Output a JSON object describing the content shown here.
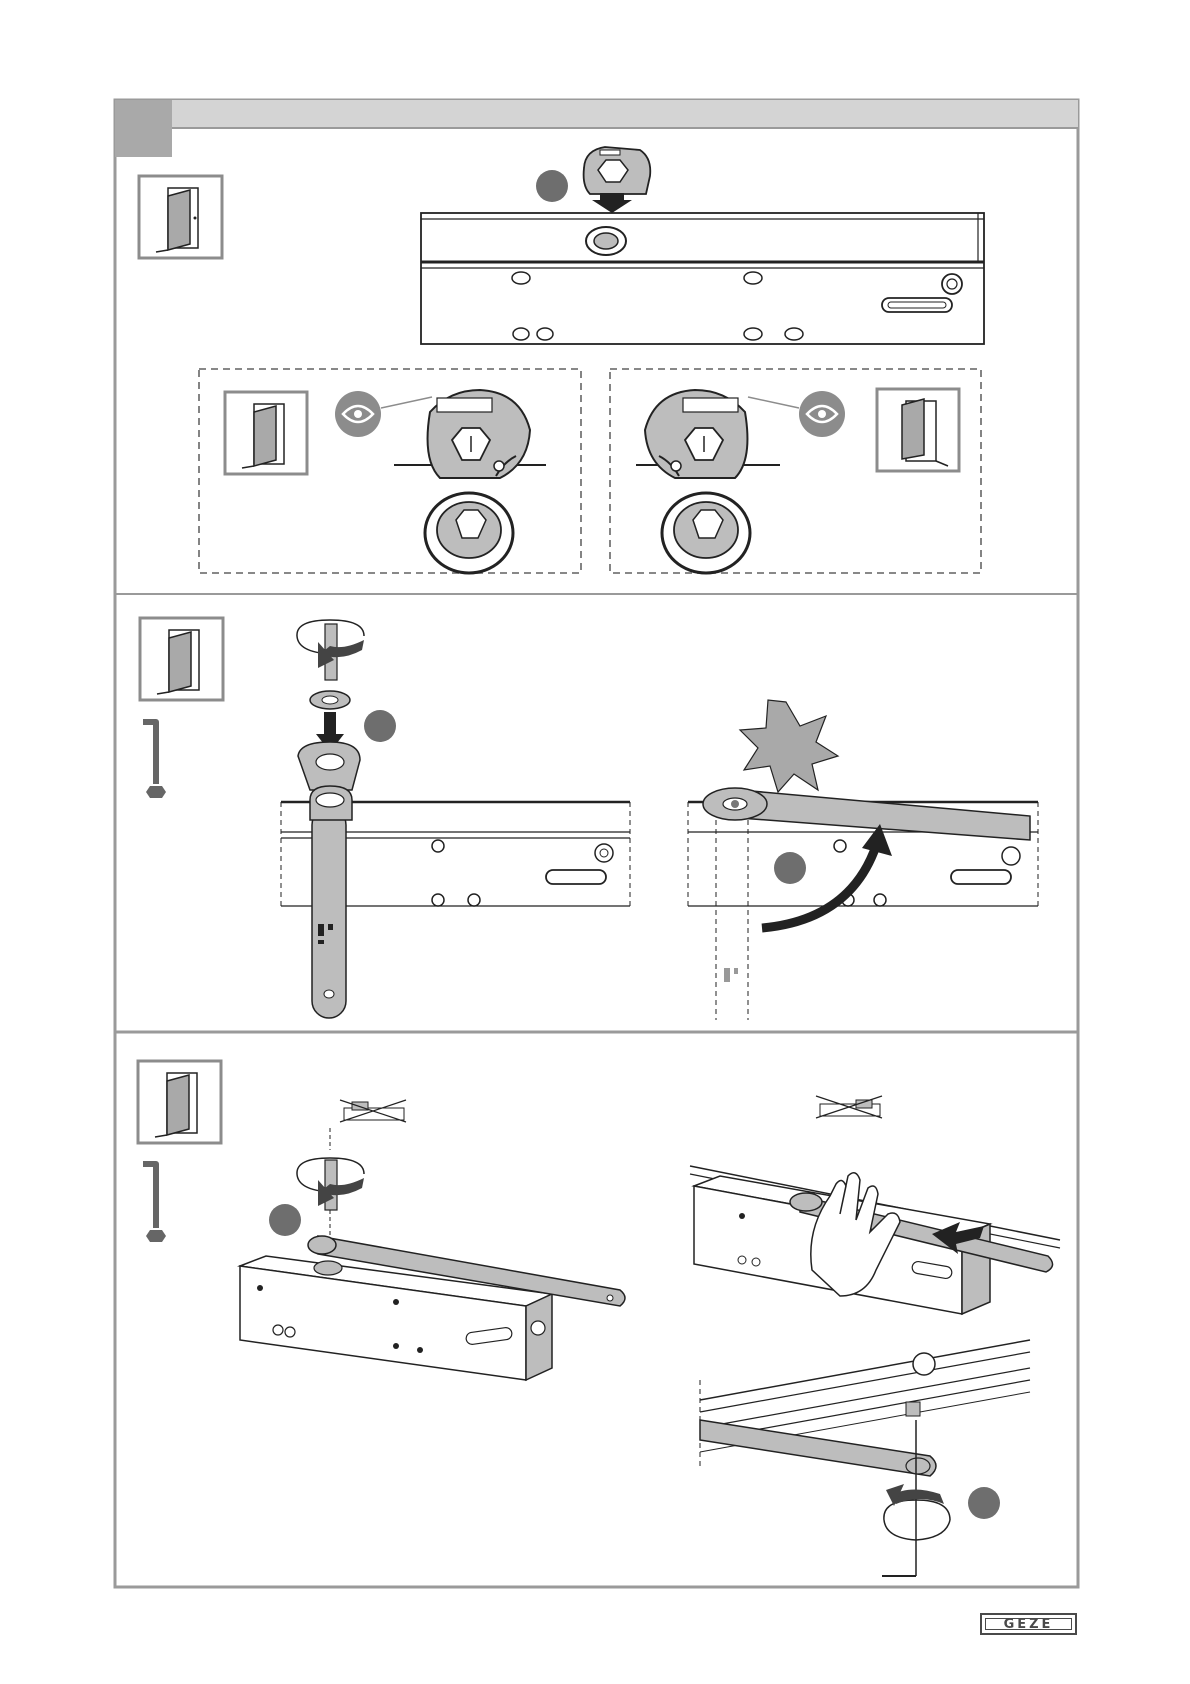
{
  "header": {
    "step_number": ""
  },
  "brand": {
    "logo_text": "GEZE"
  },
  "colors": {
    "frame": "#9a9a9a",
    "header_bar": "#d4d4d4",
    "tab": "#a9a9a9",
    "step_marker": "#6e6e6e",
    "part_fill": "#bdbdbd"
  },
  "panels": [
    {
      "id": "panel-1",
      "icon": "door-icon",
      "markers": [
        ""
      ]
    },
    {
      "id": "panel-2",
      "icon": "door-icon",
      "tool": "hex-key-icon",
      "markers": [
        "",
        ""
      ]
    },
    {
      "id": "panel-3",
      "icon": "door-icon",
      "tool": "hex-key-icon",
      "markers": [
        "",
        ""
      ]
    }
  ]
}
